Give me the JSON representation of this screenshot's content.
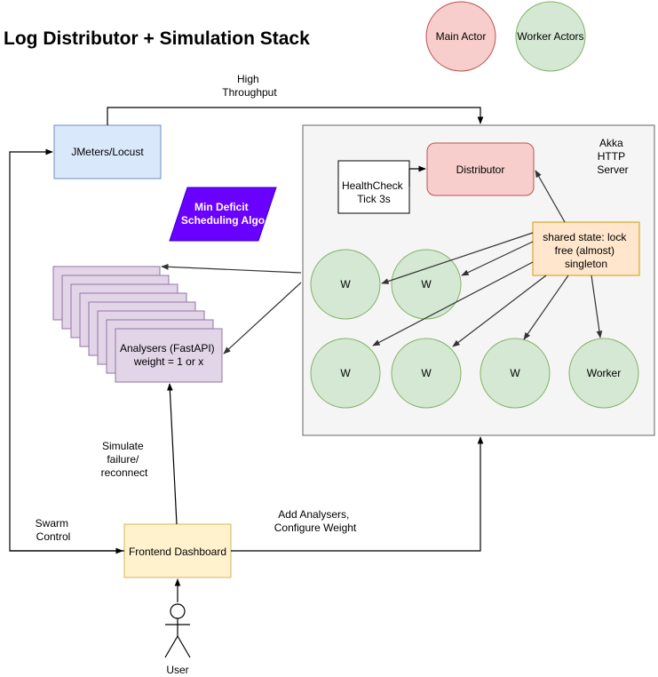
{
  "title": "Log Distributor + Simulation Stack",
  "colors": {
    "main_actor_fill": "#f8cecc",
    "main_actor_stroke": "#b85450",
    "worker_fill": "#d5e8d4",
    "worker_stroke": "#82b366",
    "jmeter_fill": "#dae8fc",
    "jmeter_stroke": "#6c8ebf",
    "analyser_fill": "#e1d5e7",
    "analyser_stroke": "#9673a6",
    "frontend_fill": "#fff2cc",
    "frontend_stroke": "#d6b656",
    "shared_fill": "#ffe6cc",
    "shared_stroke": "#d79b00",
    "server_fill": "#f5f5f5",
    "server_stroke": "#666666",
    "algo_fill": "#6a00ff",
    "algo_stroke": "#3700cc"
  },
  "legend": {
    "main_actor": "Main Actor",
    "worker_actors": "Worker Actors"
  },
  "nodes": {
    "jmeters": "JMeters/Locust",
    "server_label": [
      "Akka",
      "HTTP",
      "Server"
    ],
    "distributor": "Distributor",
    "healthcheck": [
      "HealthCheck",
      "Tick 3s"
    ],
    "algo": [
      "Min Deficit",
      "Scheduling Algo"
    ],
    "shared_state": [
      "shared state: lock",
      "free (almost)",
      "singleton"
    ],
    "analysers": [
      "Analysers (FastAPI)",
      "weight = 1 or x"
    ],
    "frontend": "Frontend Dashboard",
    "user": "User",
    "workers": [
      "W",
      "W",
      "W",
      "W",
      "W",
      "Worker"
    ]
  },
  "edges": {
    "high_throughput": [
      "High",
      "Throughput"
    ],
    "simulate": [
      "Simulate",
      "failure/",
      "reconnect"
    ],
    "swarm": [
      "Swarm",
      "Control"
    ],
    "add_analysers": [
      "Add Analysers,",
      "Configure Weight"
    ]
  }
}
